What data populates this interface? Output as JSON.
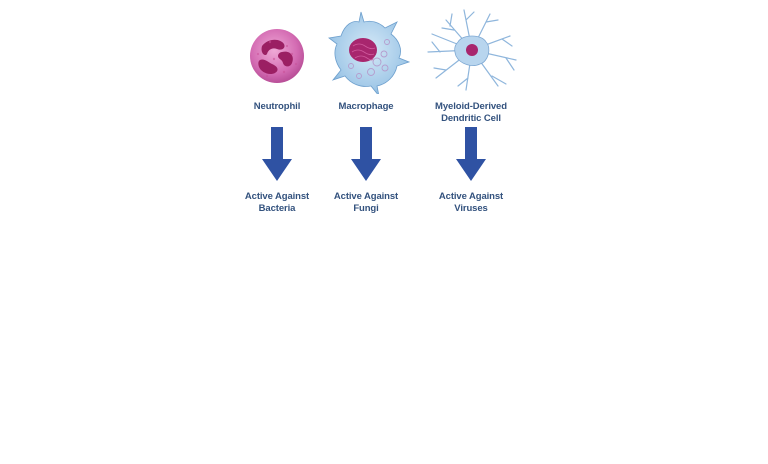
{
  "colors": {
    "label": "#33527e",
    "arrow": "#2f52a3",
    "neutrophil": "#d973b7",
    "macrophage": "#a8cdea",
    "dendritic": "#9ec4e4",
    "nucleus": "#a8266e"
  },
  "columns": [
    {
      "cell": "Neutrophil",
      "role_line1": "Active Against",
      "role_line2": "Bacteria"
    },
    {
      "cell": "Macrophage",
      "role_line1": "Active Against",
      "role_line2": "Fungi"
    },
    {
      "cell_line1": "Myeloid-Derived",
      "cell_line2": "Dendritic Cell",
      "role_line1": "Active Against",
      "role_line2": "Viruses"
    }
  ]
}
